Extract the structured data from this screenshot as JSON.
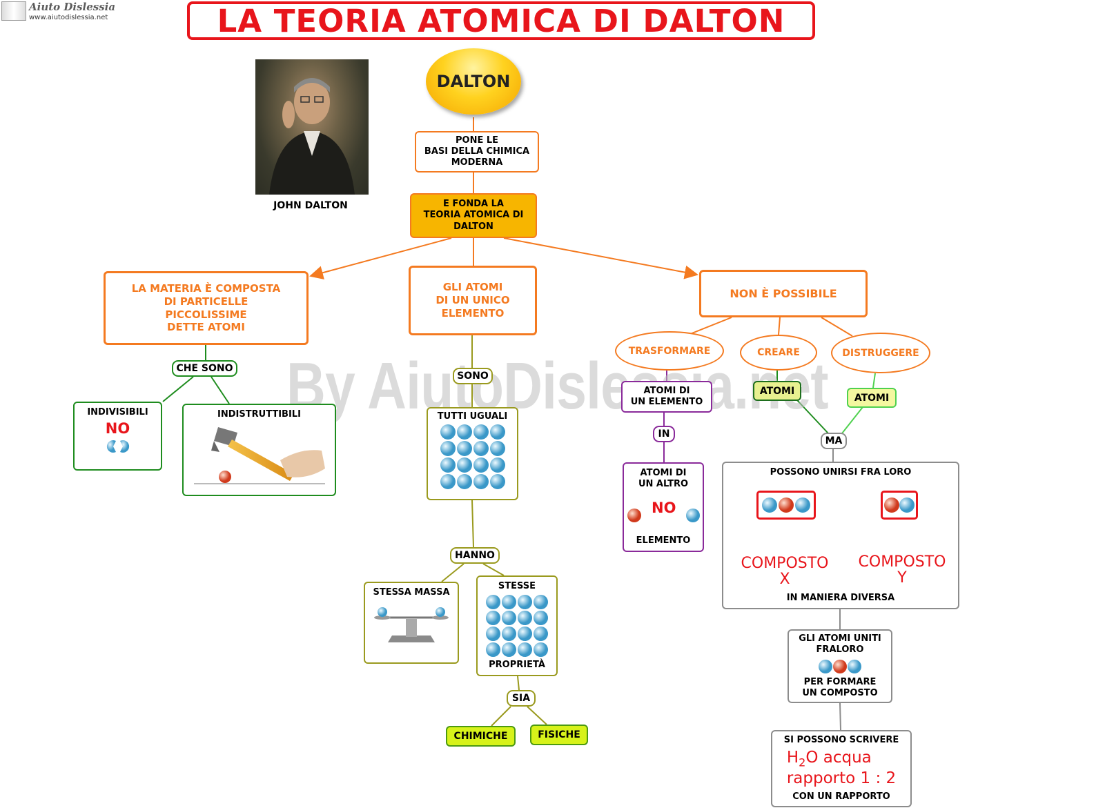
{
  "title": "LA TEORIA ATOMICA DI DALTON",
  "logo": {
    "name": "Aiuto Dislessia",
    "url": "www.aiutodislessia.net"
  },
  "watermark": "By AiutoDislessia.net",
  "portrait_caption": "JOHN DALTON",
  "root": "DALTON",
  "n1": [
    "PONE LE",
    "BASI DELLA CHIMICA",
    "MODERNA"
  ],
  "n2": [
    "E FONDA LA",
    "TEORIA ATOMICA DI",
    "DALTON"
  ],
  "left": {
    "head": [
      "LA MATERIA È COMPOSTA",
      "DI PARTICELLE",
      "PICCOLISSIME",
      "DETTE ATOMI"
    ],
    "link": "CHE SONO",
    "indivisibili": "INDIVISIBILI",
    "no": "NO",
    "indistruttibili": "INDISTRUTTIBILI"
  },
  "middle": {
    "head": [
      "GLI ATOMI",
      "DI UN UNICO",
      "ELEMENTO"
    ],
    "link1": "SONO",
    "tutti": "TUTTI UGUALI",
    "link2": "HANNO",
    "massa": "STESSA MASSA",
    "stesse": "STESSE",
    "proprieta": "PROPRIETÀ",
    "link3": "SIA",
    "chimiche": "CHIMICHE",
    "fisiche": "FISICHE"
  },
  "right": {
    "head": "NON È POSSIBILE",
    "trasformare": "TRASFORMARE",
    "creare": "CREARE",
    "distruggere": "DISTRUGGERE",
    "atomi_elemento": [
      "ATOMI DI",
      "UN ELEMENTO"
    ],
    "in": "IN",
    "atomi_altro": [
      "ATOMI DI",
      "UN ALTRO"
    ],
    "no": "NO",
    "elemento": "ELEMENTO",
    "atomi1": "ATOMI",
    "atomi2": "ATOMI",
    "ma": "MA",
    "unirsi": "POSSONO UNIRSI FRA LORO",
    "composto_x": [
      "COMPOSTO",
      "X"
    ],
    "composto_y": [
      "COMPOSTO",
      "Y"
    ],
    "diversa": "IN MANIERA DIVERSA",
    "uniti": [
      "GLI ATOMI UNITI",
      "FRALORO"
    ],
    "formare": [
      "PER FORMARE",
      "UN COMPOSTO"
    ],
    "scrivere": "SI POSSONO SCRIVERE",
    "h": "H",
    "sub2": "2",
    "acqua": "O acqua",
    "rapporto": "rapporto 1 : 2",
    "con": "CON UN RAPPORTO"
  },
  "colors": {
    "red": "#e8151b",
    "orange": "#f47a20",
    "gold": "#f7b500",
    "olive": "#9a9a1e",
    "green": "#1e8c1e",
    "purple": "#8a2a9a",
    "grey": "#8c8c8c",
    "lime": "#d7f21a"
  }
}
